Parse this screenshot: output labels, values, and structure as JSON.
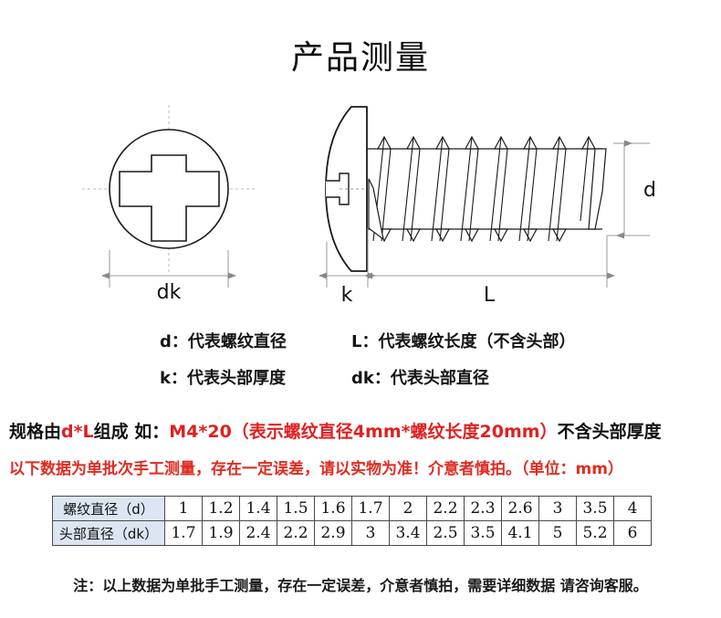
{
  "title": "产品测量",
  "diagram": {
    "top_view": {
      "name": "screw-head-top-view",
      "dimension_label": "dk"
    },
    "side_view": {
      "name": "screw-side-view",
      "dimension_labels": {
        "head_thickness": "k",
        "thread_length": "L",
        "thread_diameter": "d"
      }
    }
  },
  "legend": {
    "rows": [
      {
        "left": "d：代表螺纹直径",
        "right": "L：代表螺纹长度（不含头部）"
      },
      {
        "left": "k：代表头部厚度",
        "right": "dk：代表头部直径"
      }
    ]
  },
  "spec_line": {
    "part1_black": "规格由",
    "part2_red": "d*L",
    "part3_black": "组成 如：",
    "part4_red": "M4*20（表示螺纹直径4mm*螺纹长度20mm）",
    "part5_black": "不含头部厚度"
  },
  "warning_line": "以下数据为单批次手工测量，存在一定误差，请以实物为准！介意者慎拍。（单位：mm）",
  "table": {
    "rows": [
      {
        "header": "螺纹直径（d）",
        "values": [
          "1",
          "1.2",
          "1.4",
          "1.5",
          "1.6",
          "1.7",
          "2",
          "2.2",
          "2.3",
          "2.6",
          "3",
          "3.5",
          "4"
        ]
      },
      {
        "header": "头部直径（dk）",
        "values": [
          "1.7",
          "1.9",
          "2.4",
          "2.2",
          "2.9",
          "3",
          "3.4",
          "2.5",
          "3.5",
          "4.1",
          "5",
          "5.2",
          "6"
        ]
      }
    ]
  },
  "footnote": "注：以上数据为单批手工测量，存在一定误差，介意者慎拍，需要详细数据 请咨询客服。",
  "colors": {
    "red": "#e02b22",
    "table_header_bg": "#dce6f2",
    "line": "#1a1a1a",
    "dimension_line": "#999999"
  }
}
